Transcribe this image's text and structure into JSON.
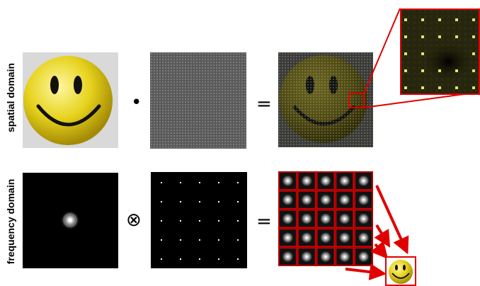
{
  "rows": {
    "spatial_label": "spatial domain",
    "frequency_label": "frequency domain"
  },
  "operators": {
    "multiply": "•",
    "convolve": "⊗",
    "equals_top": "=",
    "equals_bottom": "="
  },
  "icons": {
    "smiley": "smiley-face-icon",
    "arrow": "arrow-icon"
  },
  "colors": {
    "highlight": "#e00000",
    "smiley_yellow": "#e8d81e",
    "dark_panel": "#000000",
    "gray_panel": "#5a5a5a"
  },
  "frequency_grid": {
    "rows": 5,
    "cols": 5
  }
}
